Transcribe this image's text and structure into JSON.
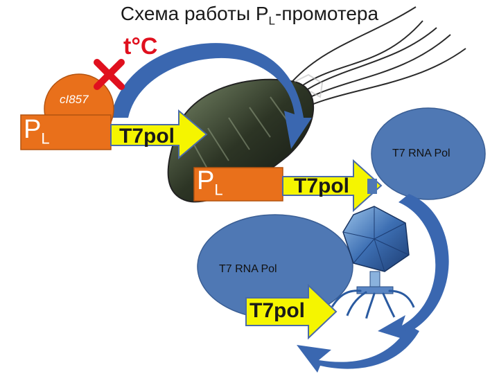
{
  "title": {
    "main": "Схема работы P",
    "sub": "L",
    "tail": "-промотера"
  },
  "temperature_label": "t°C",
  "repressor_label": "cI857",
  "promoter": {
    "letter": "P",
    "subscript": "L"
  },
  "gene_label": "T7pol",
  "enzyme_label": "T7 RNA Pol",
  "colors": {
    "promoter_orange": "#e9701b",
    "arrow_yellow": "#f5f500",
    "ellipse_blue": "#4f78b4",
    "curve_blue": "#3a67b0",
    "cross_red": "#e0101e",
    "phage_blue": "#3d6fb3"
  },
  "icons": [
    "cross-icon",
    "bacterium-icon",
    "phage-icon",
    "curved-arrow-icon"
  ]
}
